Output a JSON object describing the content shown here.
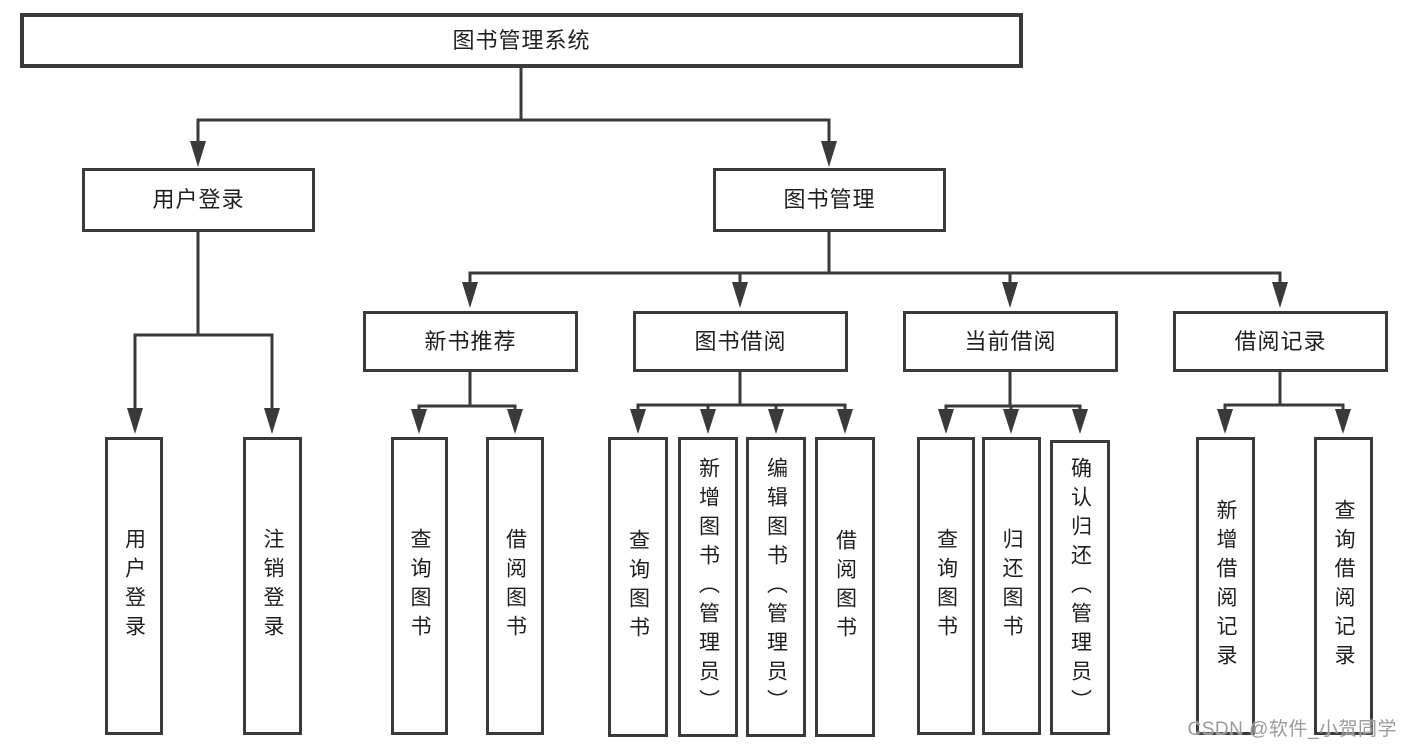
{
  "diagram": {
    "root": {
      "label": "图书管理系统"
    },
    "user_login": {
      "label": "用户登录",
      "children": [
        {
          "label": "用户登录"
        },
        {
          "label": "注销登录"
        }
      ]
    },
    "book_mgmt": {
      "label": "图书管理",
      "groups": [
        {
          "label": "新书推荐",
          "children": [
            {
              "label": "查询图书"
            },
            {
              "label": "借阅图书"
            }
          ]
        },
        {
          "label": "图书借阅",
          "children": [
            {
              "label": "查询图书"
            },
            {
              "label": "新增图书（管理员）"
            },
            {
              "label": "编辑图书（管理员）"
            },
            {
              "label": "借阅图书"
            }
          ]
        },
        {
          "label": "当前借阅",
          "children": [
            {
              "label": "查询图书"
            },
            {
              "label": "归还图书"
            },
            {
              "label": "确认归还（管理员）"
            }
          ]
        },
        {
          "label": "借阅记录",
          "children": [
            {
              "label": "新增借阅记录"
            },
            {
              "label": "查询借阅记录"
            }
          ]
        }
      ]
    },
    "colors": {
      "line": "#3a3a3a",
      "text": "#1f1f1f",
      "watermark": "#9b9b9b",
      "background": "#ffffff"
    },
    "watermark": {
      "text": "CSDN @软件_小贺同学"
    }
  }
}
